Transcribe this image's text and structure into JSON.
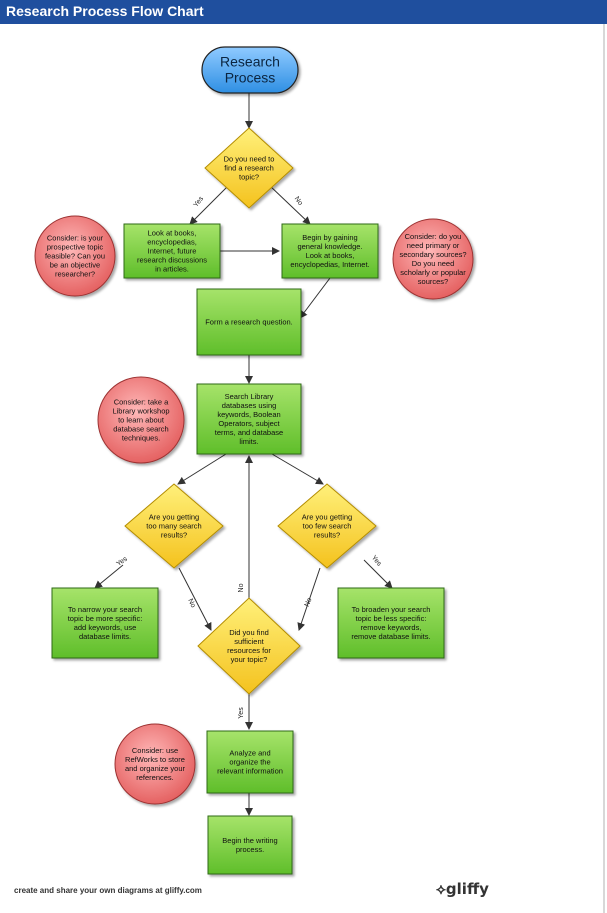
{
  "page": {
    "title": "Research Process Flow Chart"
  },
  "colors": {
    "title_bar": "#1f4f9e",
    "start": "#4fa6ee",
    "process": "#7ccd3c",
    "decision": "#f6d43a",
    "consider": "#ec7070",
    "arrow": "#333333"
  },
  "nodes": {
    "start": [
      "Research",
      "Process"
    ],
    "d_topic": [
      "Do you need to",
      "find a research",
      "topic?"
    ],
    "look_books": [
      "Look at books,",
      "encyclopedias,",
      "Internet, future",
      "research discussions",
      "in articles."
    ],
    "begin_general": [
      "Begin by gaining",
      "general knowledge.",
      "Look at books,",
      "encyclopedias, Internet."
    ],
    "consider_topic": [
      "Consider: is your",
      "prospective topic",
      "feasible? Can you",
      "be an objective",
      "researcher?"
    ],
    "consider_sources": [
      "Consider: do you",
      "need primary or",
      "secondary sources?",
      "Do you need",
      "scholarly or popular",
      "sources?"
    ],
    "form_question": [
      "Form a research question."
    ],
    "search_library": [
      "Search Library",
      "databases using",
      "keywords, Boolean",
      "Operators, subject",
      "terms, and database",
      "limits."
    ],
    "consider_workshop": [
      "Consider: take a",
      "Library workshop",
      "to learn about",
      "database search",
      "techniques."
    ],
    "d_many": [
      "Are you getting",
      "too many search",
      "results?"
    ],
    "d_few": [
      "Are you getting",
      "too few search",
      "results?"
    ],
    "narrow": [
      "To narrow your search",
      "topic be more specific:",
      "add keywords, use",
      "database limits."
    ],
    "broaden": [
      "To broaden your search",
      "topic be less specific:",
      "remove keywords,",
      "remove database limits."
    ],
    "d_sufficient": [
      "Did you find",
      "sufficient",
      "resources for",
      "your topic?"
    ],
    "analyze": [
      "Analyze and",
      "organize the",
      "relevant information"
    ],
    "consider_refworks": [
      "Consider: use",
      "RefWorks to store",
      "and organize your",
      "references."
    ],
    "begin_writing": [
      "Begin the writing",
      "process."
    ]
  },
  "edge_labels": {
    "topic_yes": "Yes",
    "topic_no": "No",
    "many_yes": "Yes",
    "many_no": "No",
    "few_yes": "Yes",
    "few_no": "No",
    "sufficient_no": "No",
    "sufficient_yes": "Yes"
  },
  "footer": {
    "text": "create and share your own diagrams at gliffy.com",
    "logo": "gliffy",
    "logo_icon": "gliffy-logo-icon"
  }
}
